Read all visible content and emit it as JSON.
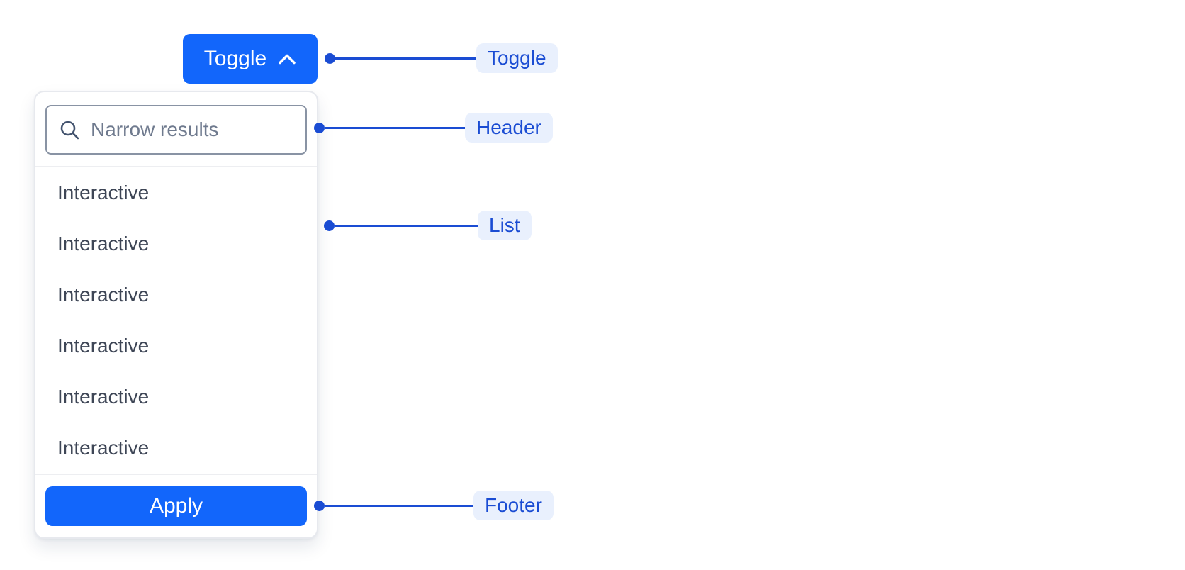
{
  "toggle_button": {
    "label": "Toggle",
    "icon": "chevron-up-icon"
  },
  "dropdown": {
    "search": {
      "placeholder": "Narrow results",
      "value": "",
      "icon": "search-icon"
    },
    "items": [
      "Interactive",
      "Interactive",
      "Interactive",
      "Interactive",
      "Interactive",
      "Interactive"
    ],
    "apply_button": {
      "label": "Apply"
    }
  },
  "annotations": [
    {
      "label": "Toggle"
    },
    {
      "label": "Header"
    },
    {
      "label": "List"
    },
    {
      "label": "Footer"
    }
  ],
  "colors": {
    "primary": "#1266fb",
    "anno": "#1a4cd3",
    "pill": "#e9f0fd"
  }
}
